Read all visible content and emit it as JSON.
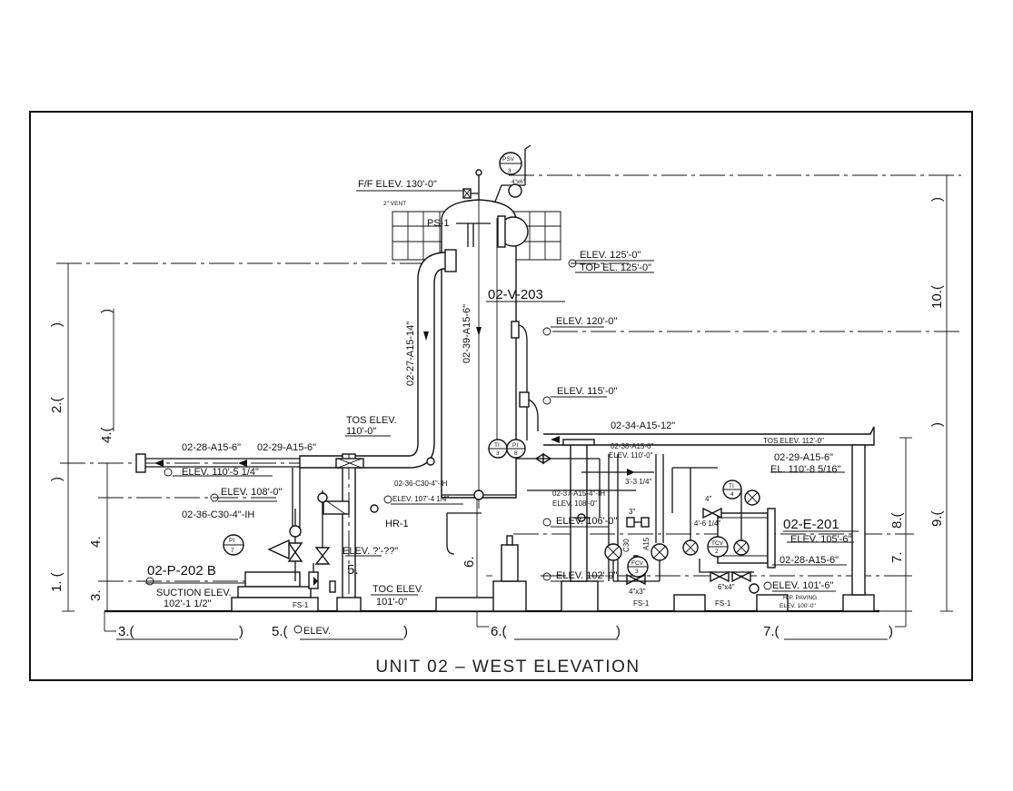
{
  "title": "UNIT 02 – WEST ELEVATION",
  "equipment": {
    "vessel": "02-V-203",
    "exchanger": "02-E-201",
    "pump": "02-P-202 B"
  },
  "lines": {
    "l27": "02-27-A15-14\"",
    "l39": "02-39-A15-6\"",
    "l34": "02-34-A15-12\"",
    "l28a": "02-28-A15-6\"",
    "l29a": "02-29-A15-6\"",
    "l36a": "02-36-C30-4\"-IH",
    "l36b": "02-36-C30-4\"-IH",
    "l38": "02-38-A15-6\"",
    "l37": "02-37-A15-4\"-IH",
    "l29b": "02-29-A15-6\"",
    "l28b": "02-28-A15-6\"",
    "c30": "C30",
    "a15": "A15"
  },
  "elevations": {
    "ff": "F/F ELEV. 130'-0\"",
    "vent": "2\" VENT",
    "ps1": "PS-1",
    "e125": "ELEV. 125'-0\"",
    "top125": "TOP EL. 125'-0\"",
    "e120": "ELEV. 120'-0\"",
    "e115": "ELEV. 115'-0\"",
    "tos110_a": "TOS ELEV.",
    "tos110_b": "110'-0\"",
    "e1105": "ELEV. 110'-5 1/4\"",
    "e108": "ELEV. 108'-0\"",
    "e1074": "ELEV. 107'-4 1/4\"",
    "hr1": "HR-1",
    "eq": "ELEV. ?'-??\"",
    "suction_a": "SUCTION ELEV.",
    "suction_b": "102'-1 1/2\"",
    "fs1a": "FS-1",
    "toc_a": "TOC ELEV.",
    "toc_b": "101'-0\"",
    "tos112": "TOS ELEV. 112'-0\"",
    "e110b": "ELEV. 110'-0\"",
    "e108b": "ELEV. 108'-0\"",
    "e1108": "EL. 110'-8 5/16\"",
    "d3": "3'-3 1/4\"",
    "d4": "4\"",
    "d461": "4'-6 1/4\"",
    "d3in": "3\"",
    "e106": "ELEV. 106'-0\"",
    "e1056": "ELEV. 105'-6\"",
    "e102": "ELEV. 102'-0\"",
    "e1016": "ELEV. 101'-6\"",
    "red1": "4\"x3\"",
    "red2": "6\"x4\"",
    "red3": "4\"x6\"",
    "fs1b": "FS-1",
    "fs1c": "FS-1",
    "hp_a": "H.P. PAVING",
    "hp_b": "ELEV. 100'-0\""
  },
  "instruments": {
    "psv_a": "PSV",
    "psv_b": "3",
    "pi7_a": "PI",
    "pi7_b": "7",
    "ti3_a": "TI",
    "ti3_b": "3",
    "pi8_a": "PI",
    "pi8_b": "8",
    "fcv_a": "FCV",
    "fcv_b": "3",
    "ti4_a": "TI",
    "ti4_b": "4",
    "tcv_a": "TCV",
    "tcv_b": "2"
  },
  "dim_labels": {
    "n1": "1.",
    "n2": "2.",
    "n3": "3.",
    "n4": "4.",
    "n5": "5.",
    "n6": "6.",
    "n7": "7.",
    "n8": "8.",
    "n9": "9.",
    "n10": "10.",
    "q1": "1. (",
    "q2": "2.(",
    "q4": "4.(",
    "q8": "8.(",
    "q9": "9.(",
    "q10": "10.(",
    "b3": "3.(",
    "b5": "5.(",
    "b5c": "ELEV.",
    "b6": "6.(",
    "b7": "7.(",
    "paren": ")"
  }
}
